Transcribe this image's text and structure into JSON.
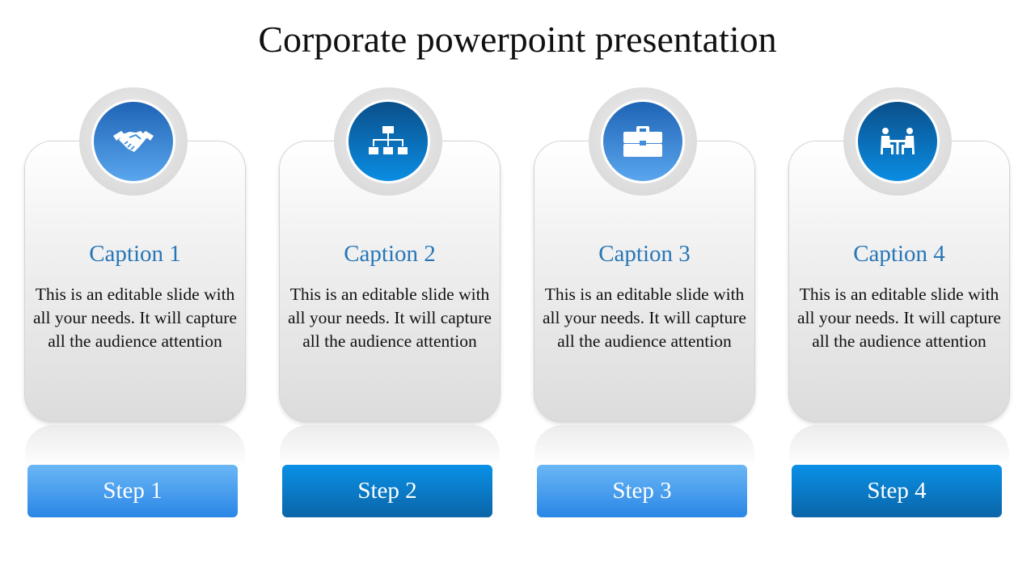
{
  "slide": {
    "title": "Corporate powerpoint presentation"
  },
  "cards": [
    {
      "icon": "handshake-icon",
      "caption": "Caption 1",
      "text": "This is an editable slide with all your needs. It will capture all the audience attention",
      "step": "Step 1"
    },
    {
      "icon": "org-chart-icon",
      "caption": "Caption 2",
      "text": "This is an editable slide with all your needs. It will capture all the audience attention",
      "step": "Step 2"
    },
    {
      "icon": "briefcase-icon",
      "caption": "Caption 3",
      "text": "This is an editable slide with all your needs. It will capture all the audience attention",
      "step": "Step 3"
    },
    {
      "icon": "meeting-icon",
      "caption": "Caption 4",
      "text": "This is an editable slide with all your needs. It will capture all the audience attention",
      "step": "Step 4"
    }
  ],
  "colors": {
    "caption": "#2776b8",
    "light_blue": "#5aa6ee",
    "dark_blue": "#0a65a8"
  }
}
